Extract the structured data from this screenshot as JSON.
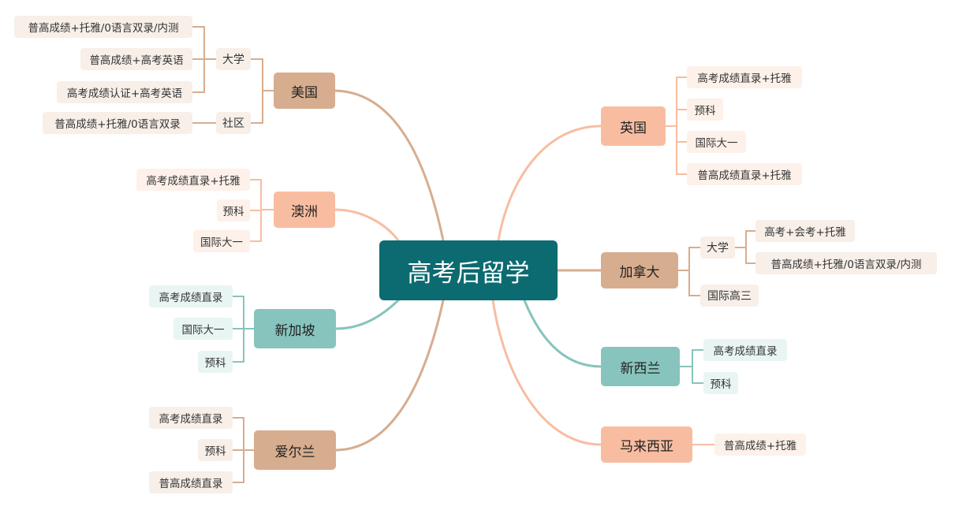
{
  "title": "高考后留学",
  "colors": {
    "root": "#0c6b70",
    "tan": "#d7ad8f",
    "peach": "#f8bda1",
    "teal": "#87c4bd",
    "tan_light": "#f7efe8",
    "peach_light": "#fdf1ea",
    "teal_light": "#e9f5f3"
  },
  "branches": [
    {
      "label": "美国",
      "side": "left",
      "color": "tan",
      "groups": [
        {
          "label": "大学",
          "items": [
            "普高成绩+托雅/0语言双录/内测",
            "普高成绩+高考英语",
            "高考成绩认证+高考英语"
          ]
        },
        {
          "label": "社区",
          "items": [
            "普高成绩+托雅/0语言双录"
          ]
        }
      ]
    },
    {
      "label": "澳洲",
      "side": "left",
      "color": "peach",
      "items": [
        "高考成绩直录+托雅",
        "预科",
        "国际大一"
      ]
    },
    {
      "label": "新加坡",
      "side": "left",
      "color": "teal",
      "items": [
        "高考成绩直录",
        "国际大一",
        "预科"
      ]
    },
    {
      "label": "爱尔兰",
      "side": "left",
      "color": "tan",
      "items": [
        "高考成绩直录",
        "预科",
        "普高成绩直录"
      ]
    },
    {
      "label": "英国",
      "side": "right",
      "color": "peach",
      "items": [
        "高考成绩直录+托雅",
        "预科",
        "国际大一",
        "普高成绩直录+托雅"
      ]
    },
    {
      "label": "加拿大",
      "side": "right",
      "color": "tan",
      "groups": [
        {
          "label": "大学",
          "items": [
            "高考+会考+托雅",
            "普高成绩+托雅/0语言双录/内测"
          ]
        },
        {
          "label": "国际高三",
          "items": []
        }
      ]
    },
    {
      "label": "新西兰",
      "side": "right",
      "color": "teal",
      "items": [
        "高考成绩直录",
        "预科"
      ]
    },
    {
      "label": "马来西亚",
      "side": "right",
      "color": "peach",
      "items": [
        "普高成绩+托雅"
      ]
    }
  ]
}
